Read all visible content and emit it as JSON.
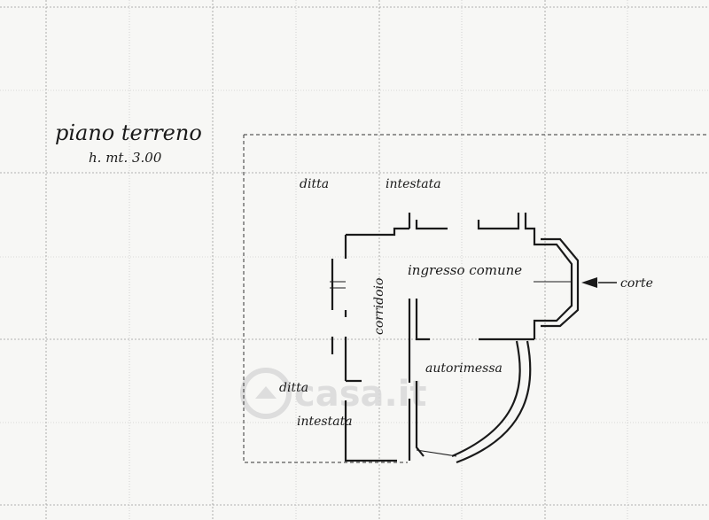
{
  "sheet": {
    "title": "piano terreno",
    "height_note": "h. mt. 3.00"
  },
  "rooms": {
    "ditta_top_1": "ditta",
    "ditta_top_2": "intestata",
    "corridoio": "corridoio",
    "ingresso": "ingresso comune",
    "autorimessa": "autorimessa",
    "ditta_bottom_1": "ditta",
    "ditta_bottom_2": "intestata",
    "corte": "corte"
  },
  "watermark": "casa.it",
  "colors": {
    "paper": "#f7f7f5",
    "ink": "#1a1a1a",
    "grid": "#b9b9b9",
    "watermark": "#d9d9d9"
  },
  "icons": {
    "entrance_arrow": "arrow-left-icon",
    "watermark_logo": "house-logo-icon"
  }
}
